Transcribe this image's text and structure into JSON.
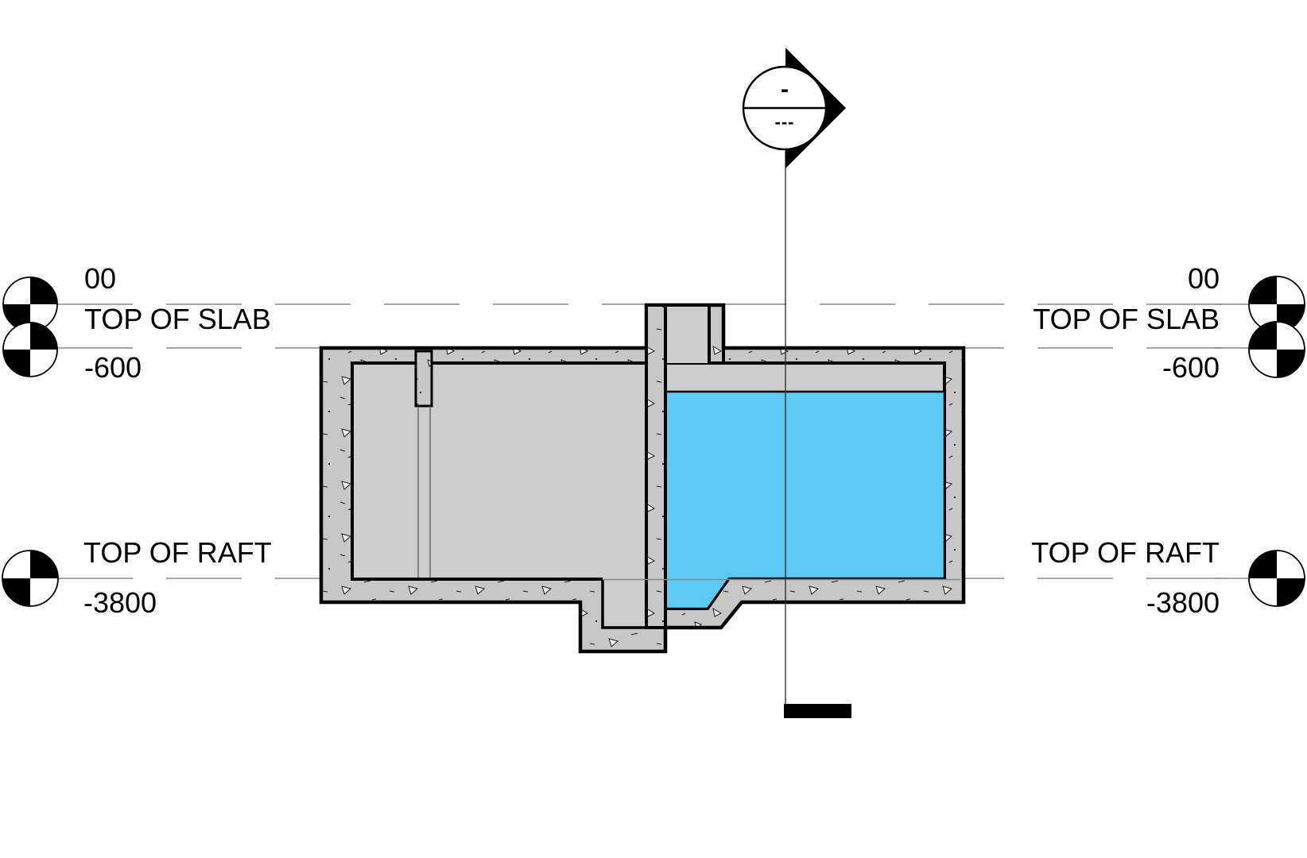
{
  "drawing": {
    "type": "building-section",
    "section_marker": {
      "top_label": "-",
      "bottom_label": "---"
    },
    "levels": [
      {
        "name": "00"
      },
      {
        "name": "TOP OF SLAB",
        "elevation": "-600"
      },
      {
        "name": "TOP OF RAFT",
        "elevation": "-3800"
      }
    ],
    "colors": {
      "concrete": "#c7c7c7",
      "interior": "#cdcdcd",
      "water": "#5bcbf6",
      "level-line": "#8a8a8a",
      "ink": "#000000"
    }
  }
}
